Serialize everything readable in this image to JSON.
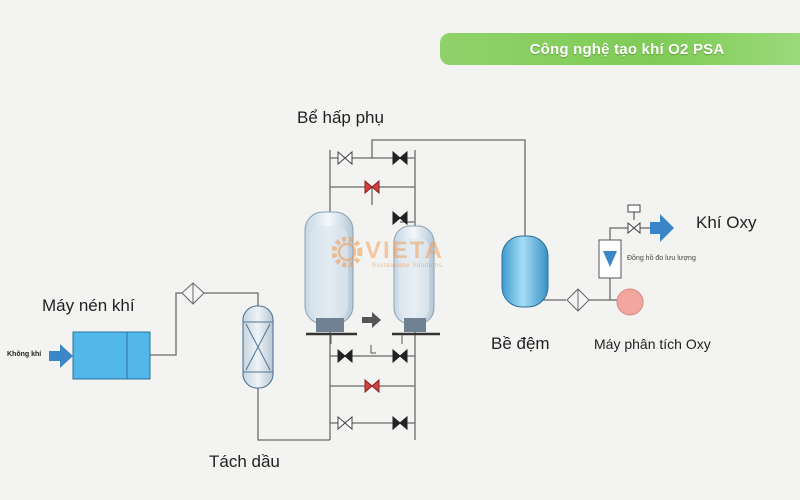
{
  "title": "Công nghệ tạo khí O2 PSA",
  "labels": {
    "air_inlet": "Không khí",
    "compressor": "Máy nén khí",
    "oil_separator": "Tách dầu",
    "adsorption_tank": "Bể hấp phụ",
    "buffer_tank": "Bề đệm",
    "oxygen_out": "Khí Oxy",
    "flowmeter": "Đồng hồ đo lưu lượng",
    "oxygen_analyzer": "Máy phân tích Oxy"
  },
  "watermark": {
    "name": "VIETA",
    "tagline": "Sustainable Solutions"
  },
  "colors": {
    "banner": "#7fcc55",
    "arrow": "#3a86c8",
    "equipment_blue": "#52b8ea",
    "pipe": "#6a6a6a",
    "valve_red": "#d04040",
    "analyzer": "#f1a7a0"
  }
}
